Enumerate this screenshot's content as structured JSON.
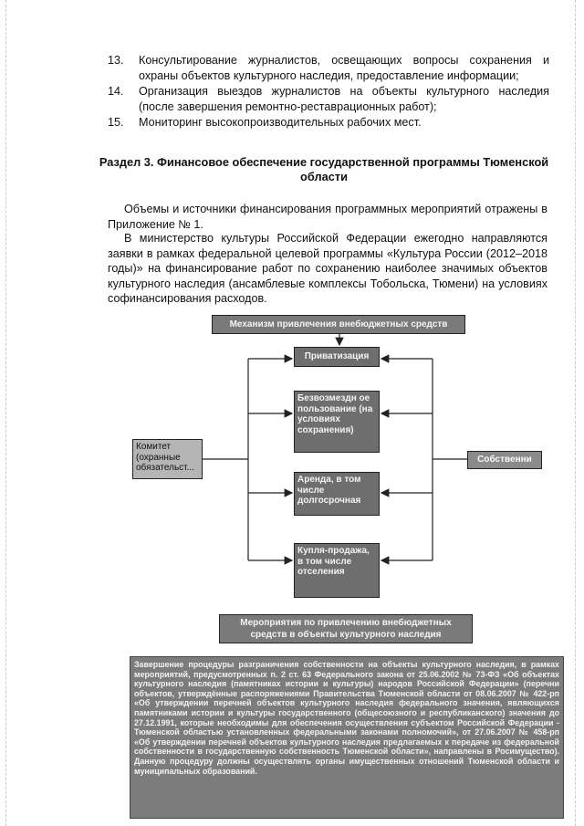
{
  "list_items": [
    {
      "num": "13.",
      "text": "Консультирование журналистов, освещающих вопросы сохранения и охраны объектов культурного наследия, предоставление информации;"
    },
    {
      "num": "14.",
      "text": "Организация выездов журналистов на объекты культурного наследия (после завершения ремонтно-реставрационных работ);"
    },
    {
      "num": "15.",
      "text": "Мониторинг высокопроизводительных рабочих мест."
    }
  ],
  "section_heading": "Раздел 3. Финансовое обеспечение государственной программы Тюменской области",
  "paragraphs": [
    "Объемы и источники финансирования программных мероприятий отражены в Приложение № 1.",
    "В министерство культуры Российской Федерации ежегодно направляются заявки в рамках федеральной целевой программы «Культура России (2012–2018 годы)» на финансирование работ по сохранению наиболее значимых объектов культурного наследия (ансамблевые комплексы Тобольска, Тюмени) на условиях софинансирования расходов."
  ],
  "diagram": {
    "title": "Механизм привлечения внебюджетных средств",
    "left_box": "Комитет (охранные обязательст...",
    "right_box": "Собственни",
    "center_boxes": [
      "Приватизация",
      "Безвозмездн ое пользование (на условиях сохранения)",
      "Аренда, в том числе долгосрочная",
      "Купля-продажа, в том числе отселения"
    ],
    "bottom_title": "Мероприятия по привлечению внебюджетных средств в объекты культурного наследия",
    "bottom_text": "Завершение процедуры разграничения собственности на объекты культурного наследия, в рамках мероприятий, предусмотренных п. 2 ст. 63 Федерального закона от 25.06.2002 № 73-ФЗ «Об объектах культурного наследия (памятниках истории и культуры) народов Российской Федерации» (перечни объектов, утверждённые распоряжениями Правительства Тюменской области от 08.06.2007 № 422-рп «Об утверждении перечней объектов культурного наследия федерального значения, являющихся памятниками истории и культуры государственного (общесоюзного и республиканского) значения до 27.12.1991, которые необходимы для обеспечения осуществления субъектом Российской Федерации - Тюменской областью установленных федеральными законами полномочий», от 27.06.2007 № 458-рп «Об утверждении перечней объектов культурного наследия предлагаемых к передаче из федеральной собственности в государственную собственность Тюменской области», направлены в Росимущество). Данную процедуру должны осуществлять органы имущественных отношений Тюменской области и муниципальных образований."
  }
}
